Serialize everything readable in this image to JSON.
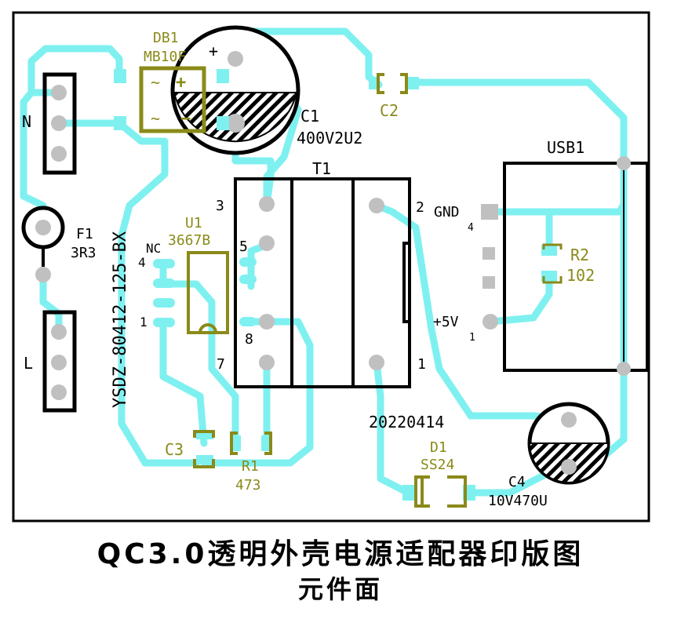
{
  "board": {
    "title_line1": "QC3.0透明外壳电源适配器印版图",
    "title_line2": "元件面",
    "date_code": "20220414",
    "transformer_part": "YSDZ-80412-125-BX"
  },
  "components": {
    "db1": {
      "ref": "DB1",
      "value": "MB10F"
    },
    "c1": {
      "ref": "C1",
      "value": "400V2U2",
      "plus": "+"
    },
    "c2": {
      "ref": "C2"
    },
    "t1": {
      "ref": "T1",
      "pin1": "1",
      "pin2": "2",
      "pin3": "3",
      "pin5": "5",
      "pin7": "7",
      "pin8": "8"
    },
    "usb1": {
      "ref": "USB1",
      "gnd": "GND",
      "gnd_pin": "4",
      "v5": "+5V",
      "v5_pin": "1"
    },
    "r2": {
      "ref": "R2",
      "value": "102"
    },
    "u1": {
      "ref": "U1",
      "value": "3667B",
      "nc": "NC",
      "pin4": "4",
      "pin1": "1"
    },
    "f1": {
      "ref": "F1",
      "value": "3R3"
    },
    "connector_n": {
      "label": "N"
    },
    "connector_l": {
      "label": "L"
    },
    "c3": {
      "ref": "C3"
    },
    "r1": {
      "ref": "R1",
      "value": "473"
    },
    "d1": {
      "ref": "D1",
      "value": "SS24"
    },
    "c4": {
      "ref": "C4",
      "value": "10V470U"
    }
  },
  "colors": {
    "trace": "#7ff0f0",
    "silk": "#000000",
    "part": "#8a8a1a",
    "pad": "#c0c0c0"
  }
}
